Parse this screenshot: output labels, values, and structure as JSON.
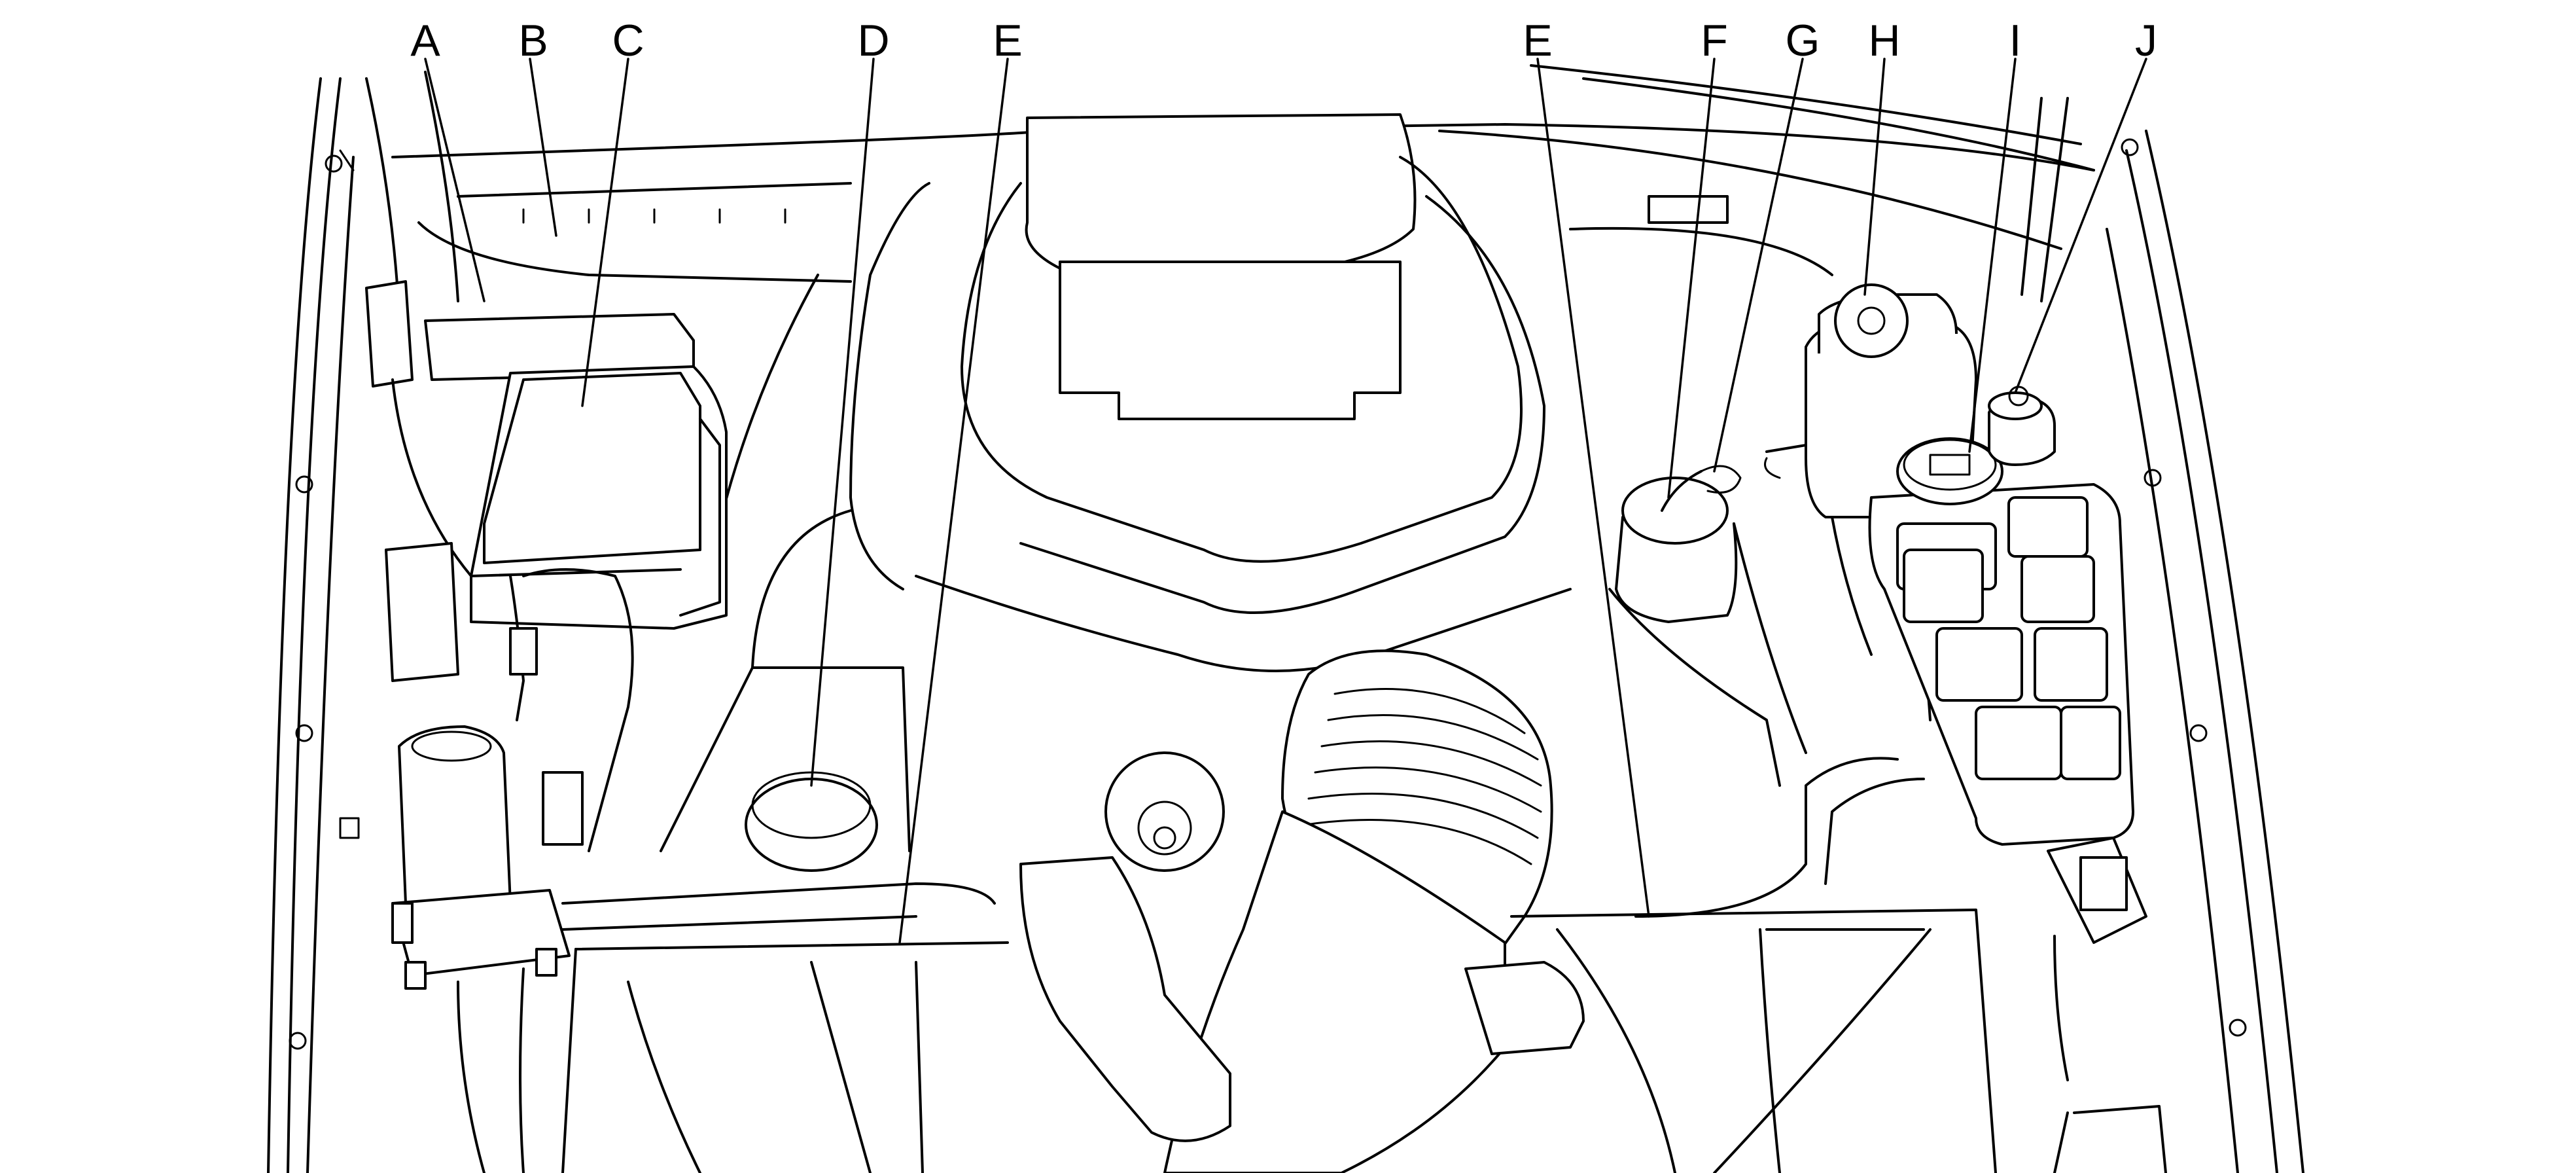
{
  "callouts": [
    {
      "letter": "A"
    },
    {
      "letter": "B"
    },
    {
      "letter": "C"
    },
    {
      "letter": "D"
    },
    {
      "letter": "E"
    },
    {
      "letter": "E"
    },
    {
      "letter": "F"
    },
    {
      "letter": "G"
    },
    {
      "letter": "H"
    },
    {
      "letter": "I"
    },
    {
      "letter": "J"
    }
  ]
}
